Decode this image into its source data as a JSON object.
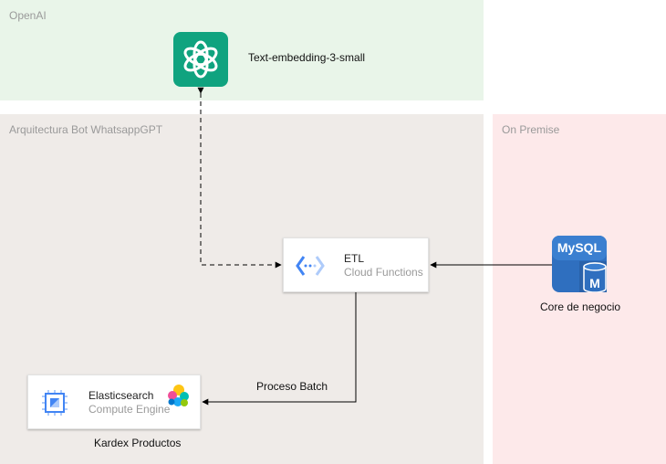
{
  "zones": {
    "openai": "OpenAI",
    "arch": "Arquitectura Bot WhatsappGPT",
    "onprem": "On Premise"
  },
  "nodes": {
    "openai_model": {
      "label": "Text-embedding-3-small",
      "icon": "openai-logo-icon"
    },
    "etl": {
      "title": "ETL",
      "subtitle": "Cloud Functions",
      "icon": "cloud-functions-icon"
    },
    "elasticsearch": {
      "title": "Elasticsearch",
      "subtitle": "Compute Engine",
      "caption": "Kardex Productos",
      "icon": "compute-engine-icon"
    },
    "mysql": {
      "logo_text": "MySQL",
      "badge": "M",
      "caption": "Core de negocio",
      "icon": "mysql-database-icon"
    }
  },
  "edges": {
    "etl_to_es": "Proceso Batch"
  },
  "colors": {
    "openai_green": "#10a37f",
    "mysql_blue": "#2f6fbf",
    "gcp_blue": "#4285f4"
  }
}
